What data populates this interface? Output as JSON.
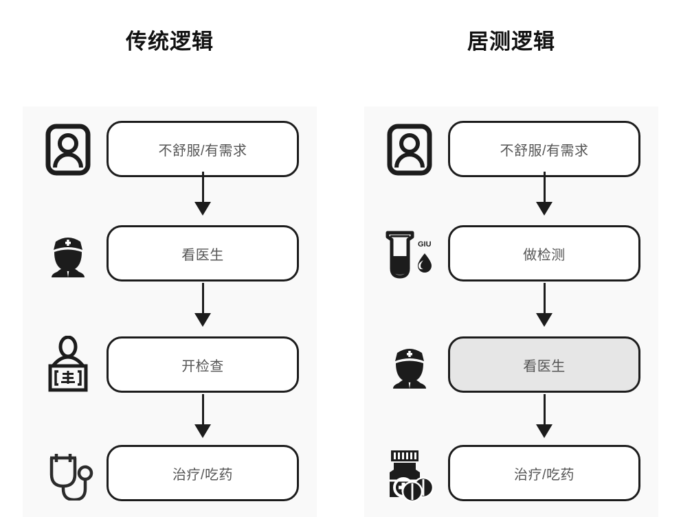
{
  "columns": [
    {
      "title": "传统逻辑",
      "steps": [
        {
          "icon": "patient-id-card-icon",
          "label": "不舒服/有需求",
          "highlighted": false
        },
        {
          "icon": "doctor-icon",
          "label": "看医生",
          "highlighted": false
        },
        {
          "icon": "medical-report-icon",
          "label": "开检查",
          "highlighted": false
        },
        {
          "icon": "stethoscope-icon",
          "label": "治疗/吃药",
          "highlighted": false
        }
      ]
    },
    {
      "title": "居测逻辑",
      "steps": [
        {
          "icon": "patient-id-card-icon",
          "label": "不舒服/有需求",
          "highlighted": false
        },
        {
          "icon": "test-tube-icon",
          "label": "做检测",
          "highlighted": false,
          "icon_text": "GIU"
        },
        {
          "icon": "doctor-icon",
          "label": "看医生",
          "highlighted": true
        },
        {
          "icon": "medicine-bottle-icon",
          "label": "治疗/吃药",
          "highlighted": false
        }
      ]
    }
  ],
  "colors": {
    "page_background": "#ffffff",
    "panel_background": "#f9f9f9",
    "box_border": "#1c1c1c",
    "box_fill": "#ffffff",
    "box_fill_highlight": "#e6e6e6",
    "box_text": "#555555",
    "title_text": "#111111",
    "icon": "#1c1c1c",
    "arrow": "#1c1c1c"
  }
}
